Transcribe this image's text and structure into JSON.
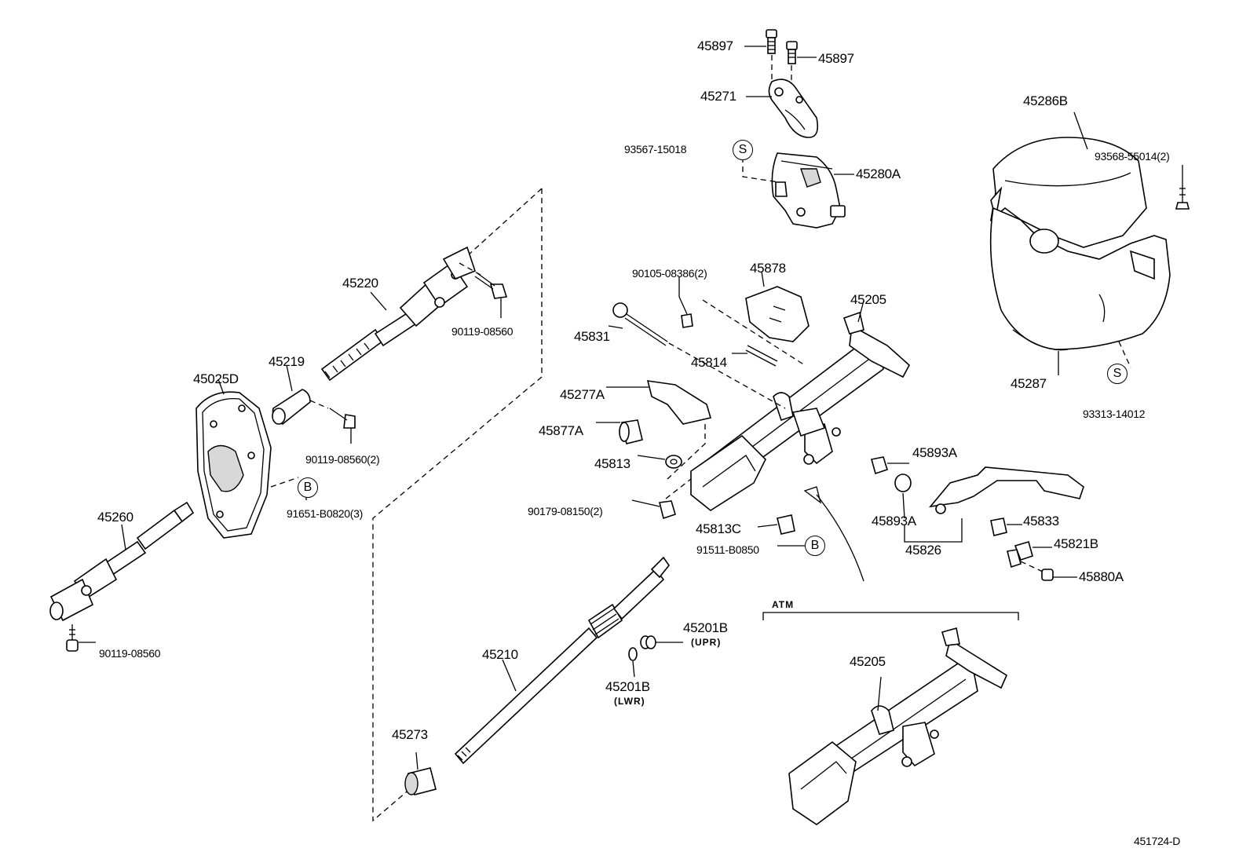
{
  "diagram_code": "451724-D",
  "labels": {
    "p45897_left": "45897",
    "p45897_right": "45897",
    "p45271": "45271",
    "p93567": "93567-15018",
    "p45280A": "45280A",
    "p45286B": "45286B",
    "p93568": "93568-55014(2)",
    "p45287": "45287",
    "p93313": "93313-14012",
    "p45220": "45220",
    "p90119_top": "90119-08560",
    "p45219": "45219",
    "p45025D": "45025D",
    "p90119_2": "90119-08560(2)",
    "p91651": "91651-B0820(3)",
    "p45260": "45260",
    "p90119_bottom": "90119-08560",
    "p90105": "90105-08386(2)",
    "p45878": "45878",
    "p45831": "45831",
    "p45814": "45814",
    "p45205_top": "45205",
    "p45277A": "45277A",
    "p45877A": "45877A",
    "p45813": "45813",
    "p90179": "90179-08150(2)",
    "p45893A_a": "45893A",
    "p45893A_b": "45893A",
    "p45813C": "45813C",
    "p91511": "91511-B0850",
    "p45826": "45826",
    "p45833": "45833",
    "p45821B": "45821B",
    "p45880A": "45880A",
    "atm": "ATM",
    "p45201B_upr": "45201B",
    "upr": "(UPR)",
    "p45201B_lwr": "45201B",
    "lwr": "(LWR)",
    "p45210": "45210",
    "p45205_atm": "45205",
    "p45273": "45273"
  },
  "markers": {
    "s_top": "S",
    "s_right": "S",
    "b_left": "B",
    "b_right": "B"
  }
}
